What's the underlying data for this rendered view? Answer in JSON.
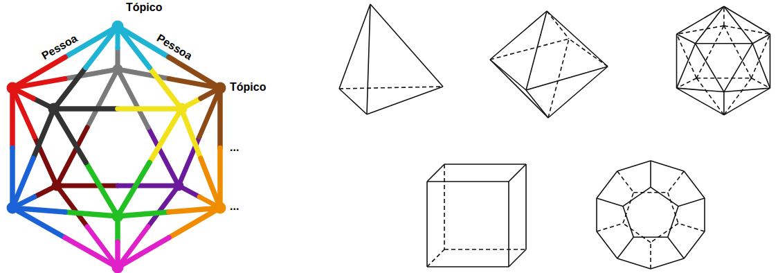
{
  "diagram": {
    "labels": [
      "Tópico",
      "Pessoa",
      "Pessoa",
      "Tópico",
      "...",
      "..."
    ]
  }
}
